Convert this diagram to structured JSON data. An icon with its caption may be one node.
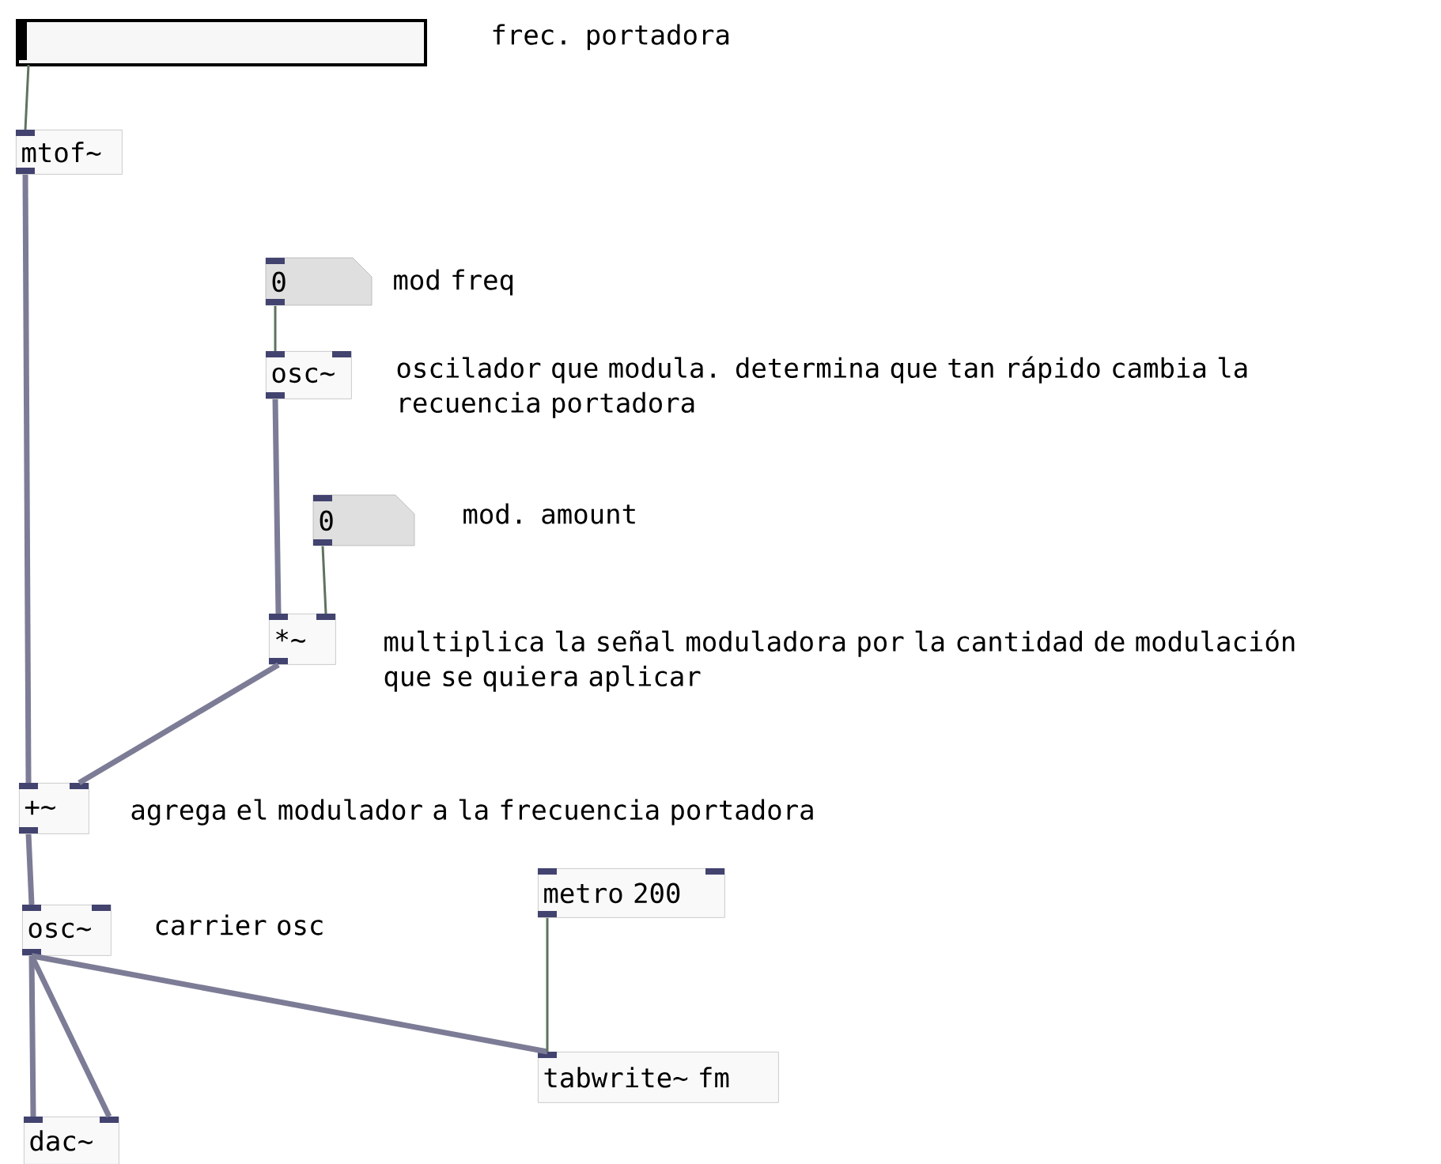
{
  "diagram": {
    "nodes": [
      {
        "text": [],
        "shape": "slider",
        "beside": [
          "frec. portadora"
        ]
      },
      {
        "text": [
          "mtof~"
        ]
      },
      {
        "text": [
          "0"
        ],
        "beside": [
          "mod freq"
        ]
      },
      {
        "text": [
          "osc~"
        ],
        "beside": [
          "oscilador que modula. determina que tan rápido cambia la recuencia portadora"
        ]
      },
      {
        "text": [
          "0"
        ],
        "beside": [
          "mod. amount"
        ]
      },
      {
        "text": [
          "*~"
        ],
        "beside": [
          "multiplica la señal moduladora por la cantidad de modulación que se quiera aplicar"
        ]
      },
      {
        "text": [
          "+~"
        ],
        "beside": [
          "agrega el modulador a la frecuencia portadora"
        ]
      },
      {
        "text": [
          "osc~"
        ],
        "beside": [
          "carrier osc"
        ]
      },
      {
        "text": [
          "metro 200"
        ]
      },
      {
        "text": [
          "tabwrite~ fm"
        ]
      },
      {
        "text": [
          "dac~"
        ]
      }
    ],
    "edges": [
      {
        "from": 0,
        "to": 1,
        "arrow": "none",
        "color": "#5f735f"
      },
      {
        "from": 1,
        "to": 6,
        "arrow": "none"
      },
      {
        "from": 2,
        "to": 3,
        "arrow": "none",
        "color": "#5f735f"
      },
      {
        "from": 3,
        "to": 5,
        "arrow": "none"
      },
      {
        "from": 4,
        "to": 5,
        "arrow": "none",
        "color": "#5f735f"
      },
      {
        "from": 5,
        "to": 6,
        "arrow": "none"
      },
      {
        "from": 6,
        "to": 7,
        "arrow": "none"
      },
      {
        "from": 7,
        "to": 10,
        "arrow": "none"
      },
      {
        "from": 7,
        "to": 10,
        "arrow": "none"
      },
      {
        "from": 7,
        "to": 9,
        "arrow": "none"
      },
      {
        "from": 8,
        "to": 9,
        "arrow": "none",
        "color": "#5f735f"
      }
    ]
  }
}
